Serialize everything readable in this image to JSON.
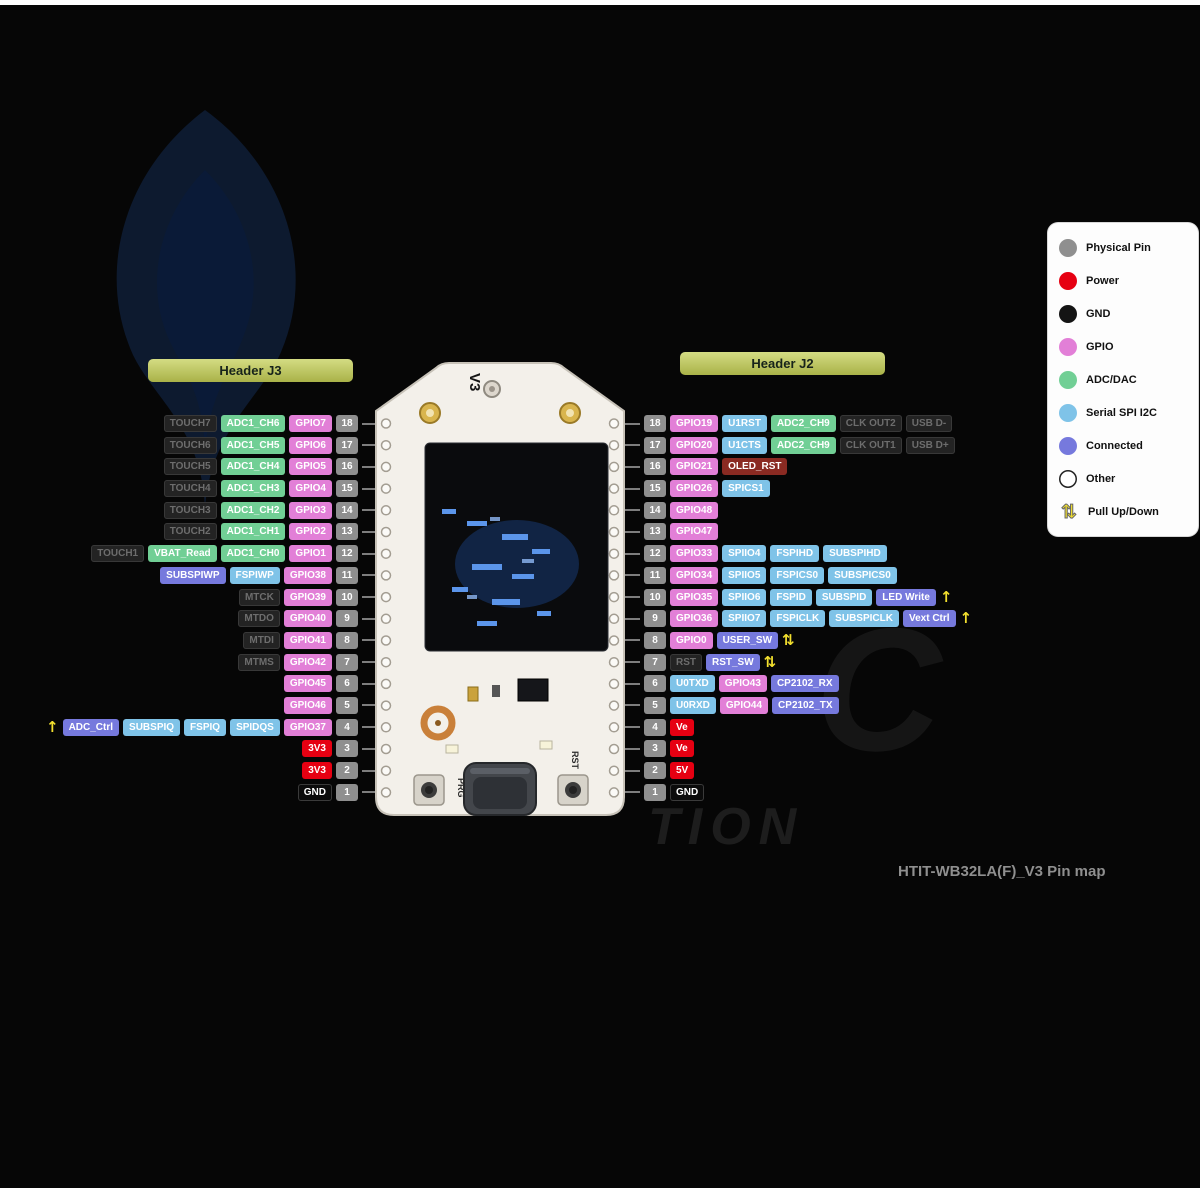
{
  "title": "HTIT-WB32LA(F)_V3 Pin map",
  "headers": {
    "left": "Header J3",
    "right": "Header J2"
  },
  "board": {
    "version_label": "V3",
    "prg_label": "PRG",
    "rst_label": "RST"
  },
  "watermark": {
    "letters": [
      "C",
      "TION"
    ]
  },
  "colors": {
    "physical_pin": "#8f8f8f",
    "power": "#e60012",
    "gnd": "#141414",
    "gpio": "#e27fd7",
    "adc_dac": "#71cf95",
    "serial_spi_i2c": "#7fc3e8",
    "connected": "#7679dd",
    "other": "#ffffff",
    "pull_arrow": "#f2df2e",
    "oled_rst": "#8a2a22",
    "header_bar": "#b8c257"
  },
  "legend": {
    "items": [
      {
        "label": "Physical Pin",
        "color": "#8f8f8f",
        "type": "circle"
      },
      {
        "label": "Power",
        "color": "#e60012",
        "type": "circle"
      },
      {
        "label": "GND",
        "color": "#141414",
        "type": "circle"
      },
      {
        "label": "GPIO",
        "color": "#e27fd7",
        "type": "circle"
      },
      {
        "label": "ADC/DAC",
        "color": "#71cf95",
        "type": "circle"
      },
      {
        "label": "Serial SPI I2C",
        "color": "#7fc3e8",
        "type": "circle"
      },
      {
        "label": "Connected",
        "color": "#7679dd",
        "type": "circle"
      },
      {
        "label": "Other",
        "color": "#ffffff",
        "type": "circle"
      },
      {
        "label": "Pull Up/Down",
        "type": "arrows"
      }
    ]
  },
  "left_rows": [
    {
      "pin": "18",
      "labels": [
        {
          "text": "TOUCH7",
          "type": "muted"
        },
        {
          "text": "ADC1_CH6",
          "type": "adc"
        },
        {
          "text": "GPIO7",
          "type": "gpio"
        }
      ]
    },
    {
      "pin": "17",
      "labels": [
        {
          "text": "TOUCH6",
          "type": "muted"
        },
        {
          "text": "ADC1_CH5",
          "type": "adc"
        },
        {
          "text": "GPIO6",
          "type": "gpio"
        }
      ]
    },
    {
      "pin": "16",
      "labels": [
        {
          "text": "TOUCH5",
          "type": "muted"
        },
        {
          "text": "ADC1_CH4",
          "type": "adc"
        },
        {
          "text": "GPIO5",
          "type": "gpio"
        }
      ]
    },
    {
      "pin": "15",
      "labels": [
        {
          "text": "TOUCH4",
          "type": "muted"
        },
        {
          "text": "ADC1_CH3",
          "type": "adc"
        },
        {
          "text": "GPIO4",
          "type": "gpio"
        }
      ]
    },
    {
      "pin": "14",
      "labels": [
        {
          "text": "TOUCH3",
          "type": "muted"
        },
        {
          "text": "ADC1_CH2",
          "type": "adc"
        },
        {
          "text": "GPIO3",
          "type": "gpio"
        }
      ]
    },
    {
      "pin": "13",
      "labels": [
        {
          "text": "TOUCH2",
          "type": "muted"
        },
        {
          "text": "ADC1_CH1",
          "type": "adc"
        },
        {
          "text": "GPIO2",
          "type": "gpio"
        }
      ]
    },
    {
      "pin": "12",
      "labels": [
        {
          "text": "TOUCH1",
          "type": "muted"
        },
        {
          "text": "VBAT_Read",
          "type": "adc"
        },
        {
          "text": "ADC1_CH0",
          "type": "adc"
        },
        {
          "text": "GPIO1",
          "type": "gpio"
        }
      ]
    },
    {
      "pin": "11",
      "labels": [
        {
          "text": "SUBSPIWP",
          "type": "conn"
        },
        {
          "text": "FSPIWP",
          "type": "spi"
        },
        {
          "text": "GPIO38",
          "type": "gpio"
        }
      ]
    },
    {
      "pin": "10",
      "labels": [
        {
          "text": "MTCK",
          "type": "muted"
        },
        {
          "text": "GPIO39",
          "type": "gpio"
        }
      ]
    },
    {
      "pin": "9",
      "labels": [
        {
          "text": "MTDO",
          "type": "muted"
        },
        {
          "text": "GPIO40",
          "type": "gpio"
        }
      ]
    },
    {
      "pin": "8",
      "labels": [
        {
          "text": "MTDI",
          "type": "muted"
        },
        {
          "text": "GPIO41",
          "type": "gpio"
        }
      ]
    },
    {
      "pin": "7",
      "labels": [
        {
          "text": "MTMS",
          "type": "muted"
        },
        {
          "text": "GPIO42",
          "type": "gpio"
        }
      ]
    },
    {
      "pin": "6",
      "labels": [
        {
          "text": "GPIO45",
          "type": "gpio"
        }
      ]
    },
    {
      "pin": "5",
      "labels": [
        {
          "text": "GPIO46",
          "type": "gpio"
        }
      ]
    },
    {
      "pin": "4",
      "labels": [
        {
          "icon": "pull-up"
        },
        {
          "text": "ADC_Ctrl",
          "type": "conn"
        },
        {
          "text": "SUBSPIQ",
          "type": "spi"
        },
        {
          "text": "FSPIQ",
          "type": "spi"
        },
        {
          "text": "SPIDQS",
          "type": "spi"
        },
        {
          "text": "GPIO37",
          "type": "gpio"
        }
      ]
    },
    {
      "pin": "3",
      "labels": [
        {
          "text": "3V3",
          "type": "power"
        }
      ]
    },
    {
      "pin": "2",
      "labels": [
        {
          "text": "3V3",
          "type": "power"
        }
      ]
    },
    {
      "pin": "1",
      "labels": [
        {
          "text": "GND",
          "type": "gnd"
        }
      ]
    }
  ],
  "right_rows": [
    {
      "pin": "18",
      "labels": [
        {
          "text": "GPIO19",
          "type": "gpio"
        },
        {
          "text": "U1RST",
          "type": "spi"
        },
        {
          "text": "ADC2_CH9",
          "type": "adc"
        },
        {
          "text": "CLK OUT2",
          "type": "muted"
        },
        {
          "text": "USB D-",
          "type": "muted"
        }
      ]
    },
    {
      "pin": "17",
      "labels": [
        {
          "text": "GPIO20",
          "type": "gpio"
        },
        {
          "text": "U1CTS",
          "type": "spi"
        },
        {
          "text": "ADC2_CH9",
          "type": "adc"
        },
        {
          "text": "CLK OUT1",
          "type": "muted"
        },
        {
          "text": "USB D+",
          "type": "muted"
        }
      ]
    },
    {
      "pin": "16",
      "labels": [
        {
          "text": "GPIO21",
          "type": "gpio"
        },
        {
          "text": "OLED_RST",
          "type": "oled"
        }
      ]
    },
    {
      "pin": "15",
      "labels": [
        {
          "text": "GPIO26",
          "type": "gpio"
        },
        {
          "text": "SPICS1",
          "type": "spi"
        }
      ]
    },
    {
      "pin": "14",
      "labels": [
        {
          "text": "GPIO48",
          "type": "gpio"
        }
      ]
    },
    {
      "pin": "13",
      "labels": [
        {
          "text": "GPIO47",
          "type": "gpio"
        }
      ]
    },
    {
      "pin": "12",
      "labels": [
        {
          "text": "GPIO33",
          "type": "gpio"
        },
        {
          "text": "SPIIO4",
          "type": "spi"
        },
        {
          "text": "FSPIHD",
          "type": "spi"
        },
        {
          "text": "SUBSPIHD",
          "type": "spi"
        }
      ]
    },
    {
      "pin": "11",
      "labels": [
        {
          "text": "GPIO34",
          "type": "gpio"
        },
        {
          "text": "SPIIO5",
          "type": "spi"
        },
        {
          "text": "FSPICS0",
          "type": "spi"
        },
        {
          "text": "SUBSPICS0",
          "type": "spi"
        }
      ]
    },
    {
      "pin": "10",
      "labels": [
        {
          "text": "GPIO35",
          "type": "gpio"
        },
        {
          "text": "SPIIO6",
          "type": "spi"
        },
        {
          "text": "FSPID",
          "type": "spi"
        },
        {
          "text": "SUBSPID",
          "type": "spi"
        },
        {
          "text": "LED Write",
          "type": "conn"
        },
        {
          "icon": "pull-up"
        }
      ]
    },
    {
      "pin": "9",
      "labels": [
        {
          "text": "GPIO36",
          "type": "gpio"
        },
        {
          "text": "SPIIO7",
          "type": "spi"
        },
        {
          "text": "FSPICLK",
          "type": "spi"
        },
        {
          "text": "SUBSPICLK",
          "type": "spi"
        },
        {
          "text": "Vext Ctrl",
          "type": "conn"
        },
        {
          "icon": "pull-up"
        }
      ]
    },
    {
      "pin": "8",
      "labels": [
        {
          "text": "GPIO0",
          "type": "gpio"
        },
        {
          "text": "USER_SW",
          "type": "conn"
        },
        {
          "icon": "pull-updown"
        }
      ]
    },
    {
      "pin": "7",
      "labels": [
        {
          "text": "RST",
          "type": "muted"
        },
        {
          "text": "RST_SW",
          "type": "conn"
        },
        {
          "icon": "pull-updown"
        }
      ]
    },
    {
      "pin": "6",
      "labels": [
        {
          "text": "U0TXD",
          "type": "spi"
        },
        {
          "text": "GPIO43",
          "type": "gpio"
        },
        {
          "text": "CP2102_RX",
          "type": "conn"
        }
      ]
    },
    {
      "pin": "5",
      "labels": [
        {
          "text": "U0RXD",
          "type": "spi"
        },
        {
          "text": "GPIO44",
          "type": "gpio"
        },
        {
          "text": "CP2102_TX",
          "type": "conn"
        }
      ]
    },
    {
      "pin": "4",
      "labels": [
        {
          "text": "Ve",
          "type": "power"
        }
      ]
    },
    {
      "pin": "3",
      "labels": [
        {
          "text": "Ve",
          "type": "power"
        }
      ]
    },
    {
      "pin": "2",
      "labels": [
        {
          "text": "5V",
          "type": "power"
        }
      ]
    },
    {
      "pin": "1",
      "labels": [
        {
          "text": "GND",
          "type": "gnd"
        }
      ]
    }
  ]
}
